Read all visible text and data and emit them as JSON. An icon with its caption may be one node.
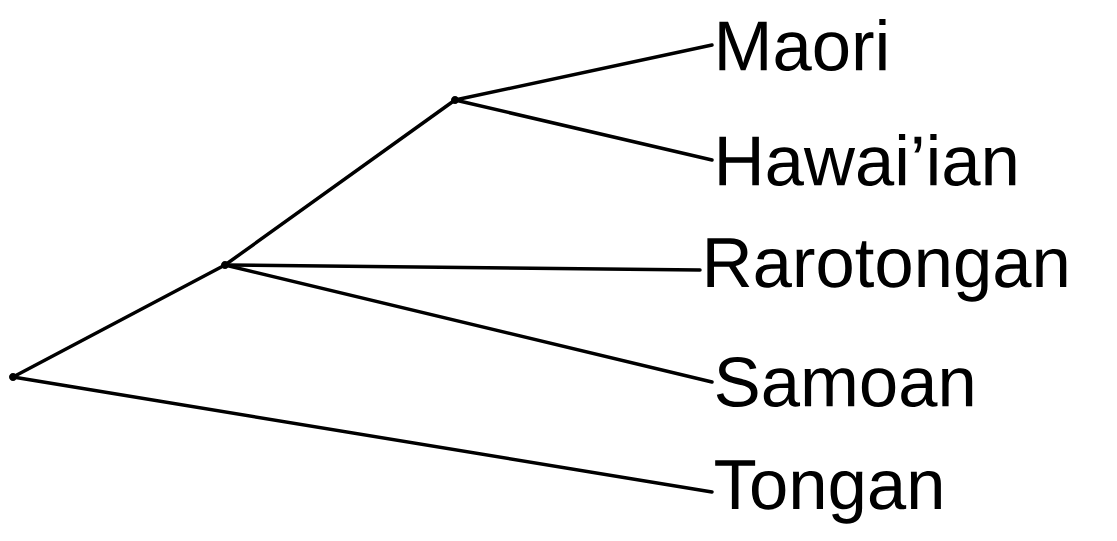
{
  "diagram": {
    "nodes": [
      {
        "text": [
          "Maori"
        ]
      },
      {
        "text": [
          "Hawai’ian"
        ]
      },
      {
        "text": [
          "Rarotongan"
        ]
      },
      {
        "text": [
          "Samoan"
        ]
      },
      {
        "text": [
          "Tongan"
        ]
      },
      {
        "text": [],
        "shape": "point"
      },
      {
        "text": [],
        "shape": "point"
      },
      {
        "text": [],
        "shape": "point"
      }
    ],
    "edges": [
      {
        "from": 5,
        "to": 6,
        "arrow": "none"
      },
      {
        "from": 5,
        "to": 4,
        "arrow": "none"
      },
      {
        "from": 6,
        "to": 7,
        "arrow": "none"
      },
      {
        "from": 6,
        "to": 2,
        "arrow": "none"
      },
      {
        "from": 6,
        "to": 3,
        "arrow": "none"
      },
      {
        "from": 7,
        "to": 0,
        "arrow": "none"
      },
      {
        "from": 7,
        "to": 1,
        "arrow": "none"
      }
    ]
  }
}
